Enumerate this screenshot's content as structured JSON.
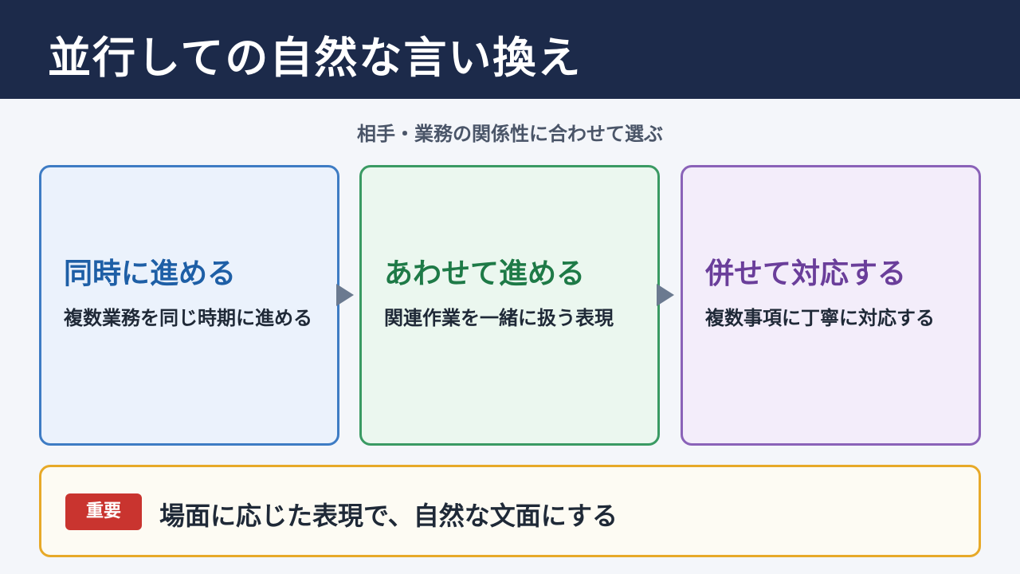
{
  "header": {
    "title": "並行しての自然な言い換え"
  },
  "subtitle": "相手・業務の関係性に合わせて選ぶ",
  "cards": [
    {
      "title": "同時に進める",
      "description": "複数業務を同じ時期に進める"
    },
    {
      "title": "あわせて進める",
      "description": "関連作業を一緒に扱う表現"
    },
    {
      "title": "併せて対応する",
      "description": "複数事項に丁寧に対応する"
    }
  ],
  "note": {
    "badge": "重要",
    "text": "場面に応じた表現で、自然な文面にする"
  },
  "colors": {
    "header_bg": "#1c2a4a",
    "card1_accent": "#1e5fa6",
    "card2_accent": "#1e7a47",
    "card3_accent": "#6a3e9a",
    "note_border": "#e7a928",
    "badge_bg": "#c9342f"
  },
  "icons": [
    "arrow-right-icon",
    "arrow-right-icon"
  ]
}
